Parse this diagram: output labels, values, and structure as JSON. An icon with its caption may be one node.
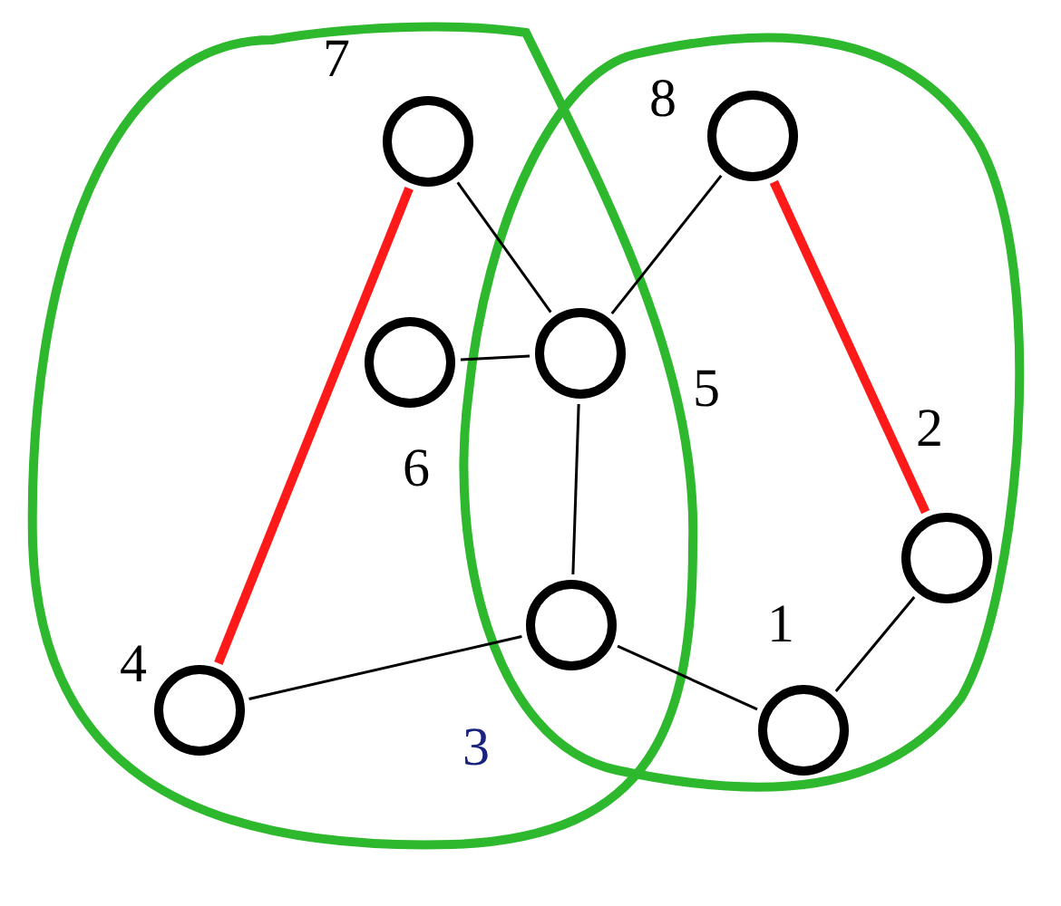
{
  "diagram": {
    "nodes": [
      {
        "text": [],
        "shape": "circle",
        "beside": [
          "7"
        ]
      },
      {
        "text": [],
        "shape": "circle",
        "beside": [
          "8"
        ]
      },
      {
        "text": [],
        "shape": "circle",
        "beside": [
          "6"
        ]
      },
      {
        "text": [],
        "shape": "circle",
        "beside": [
          "5"
        ]
      },
      {
        "text": [],
        "shape": "circle",
        "beside": [
          "2"
        ]
      },
      {
        "text": [],
        "shape": "circle",
        "beside": [
          "4"
        ]
      },
      {
        "text": [],
        "shape": "circle",
        "beside": [
          "3"
        ]
      },
      {
        "text": [],
        "shape": "circle",
        "beside": [
          "1"
        ]
      }
    ],
    "edges": [
      {
        "from": 0,
        "to": 5,
        "arrow": "none",
        "style": "thick",
        "color": "#ff1a1a"
      },
      {
        "from": 0,
        "to": 3,
        "arrow": "none"
      },
      {
        "from": 1,
        "to": 3,
        "arrow": "none"
      },
      {
        "from": 1,
        "to": 4,
        "arrow": "none",
        "style": "thick",
        "color": "#ff1a1a"
      },
      {
        "from": 2,
        "to": 3,
        "arrow": "none"
      },
      {
        "from": 3,
        "to": 6,
        "arrow": "none"
      },
      {
        "from": 5,
        "to": 6,
        "arrow": "none"
      },
      {
        "from": 6,
        "to": 7,
        "arrow": "none"
      },
      {
        "from": 7,
        "to": 4,
        "arrow": "none"
      }
    ]
  }
}
